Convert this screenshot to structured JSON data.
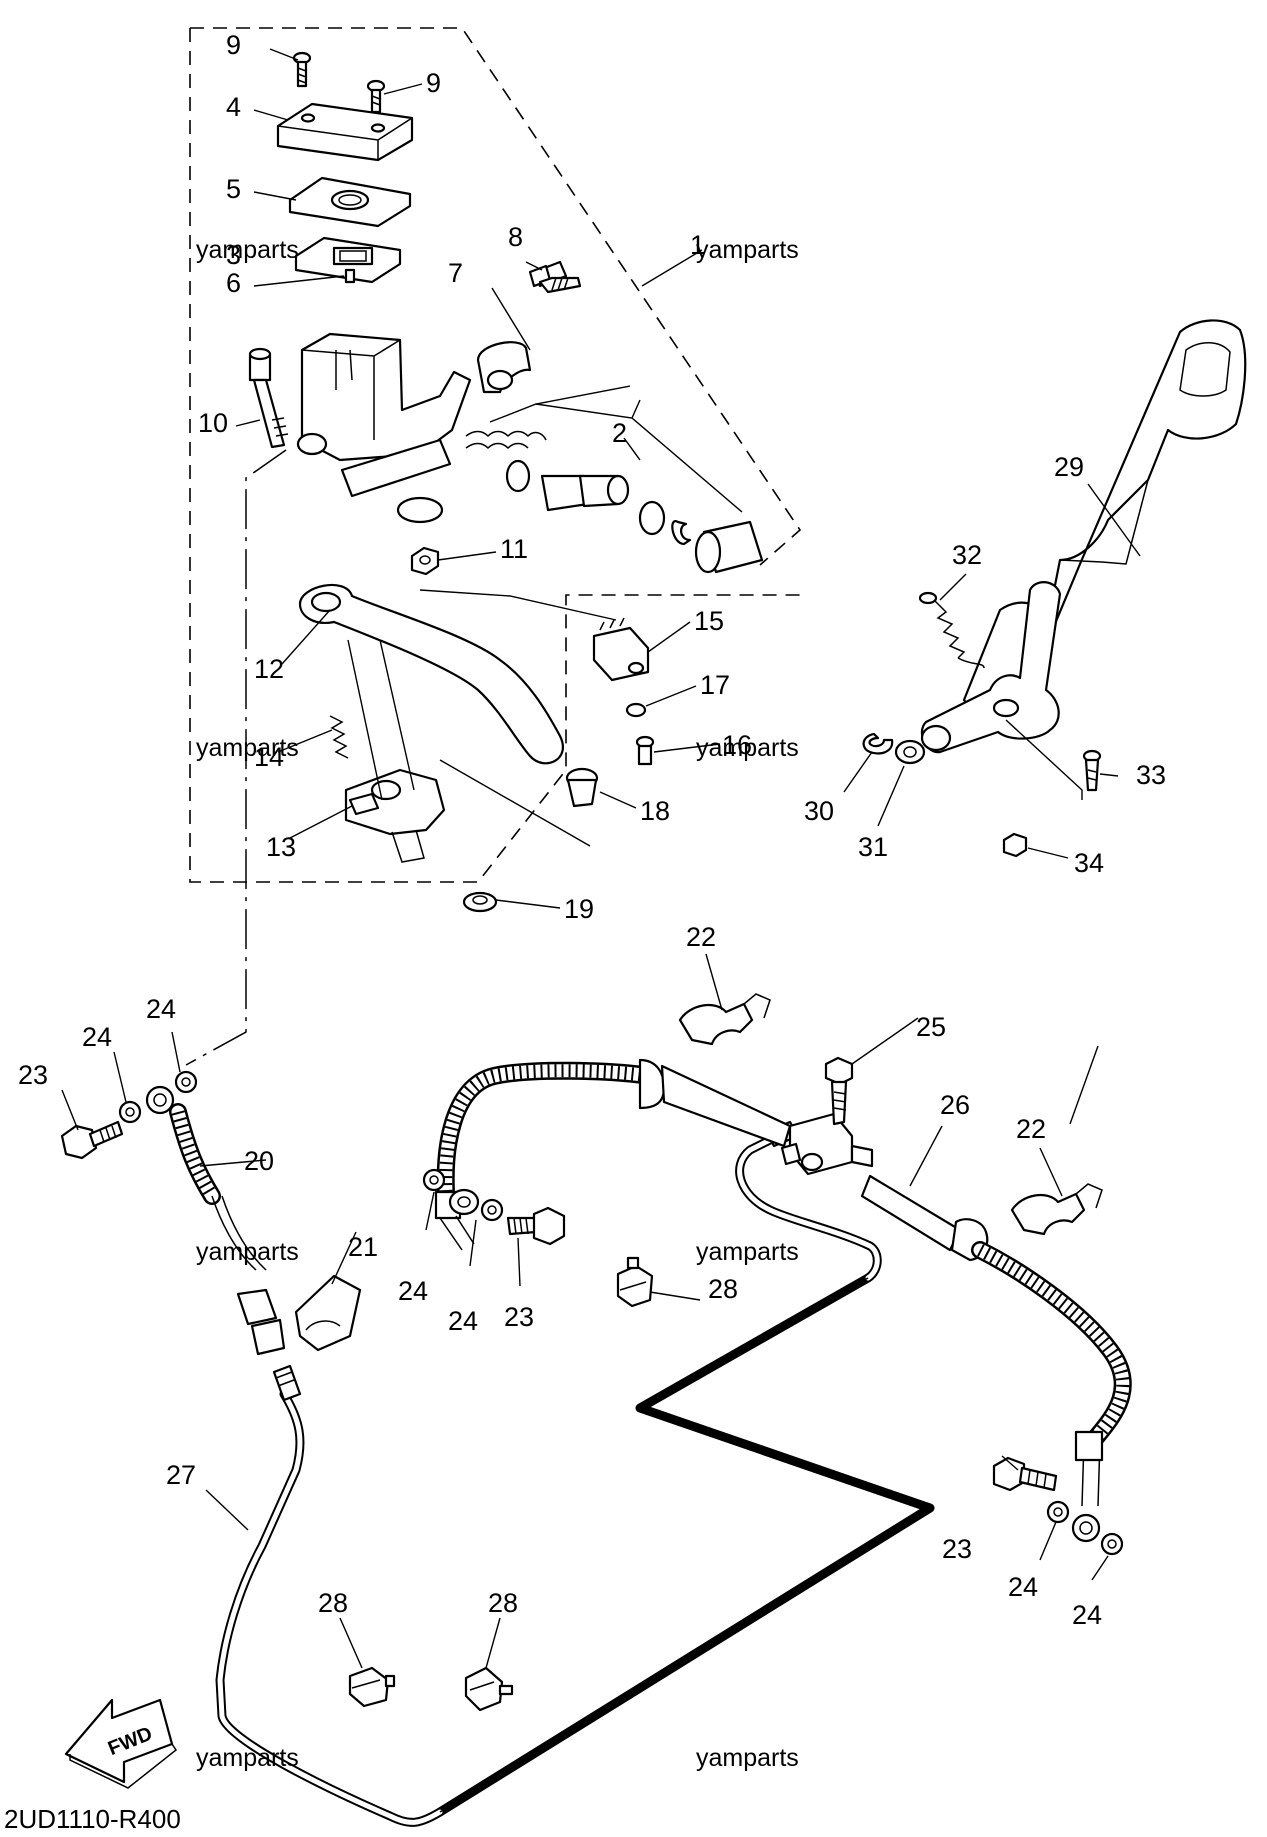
{
  "diagram": {
    "code": "2UD1110-R400",
    "watermark": "yamparts",
    "fwd_label": "FWD",
    "callouts": {
      "c1": "1",
      "c2": "2",
      "c3": "3",
      "c4": "4",
      "c5": "5",
      "c6": "6",
      "c7": "7",
      "c8": "8",
      "c9a": "9",
      "c9b": "9",
      "c10": "10",
      "c11": "11",
      "c12": "12",
      "c13": "13",
      "c14": "14",
      "c15": "15",
      "c16": "16",
      "c17": "17",
      "c18": "18",
      "c19": "19",
      "c20": "20",
      "c21": "21",
      "c22a": "22",
      "c22b": "22",
      "c23a": "23",
      "c23b": "23",
      "c23c": "23",
      "c24a": "24",
      "c24b": "24",
      "c24c": "24",
      "c24d": "24",
      "c24e": "24",
      "c24f": "24",
      "c25": "25",
      "c26": "26",
      "c27": "27",
      "c28a": "28",
      "c28b": "28",
      "c28c": "28",
      "c29": "29",
      "c30": "30",
      "c31": "31",
      "c32": "32",
      "c33": "33",
      "c34": "34"
    }
  }
}
